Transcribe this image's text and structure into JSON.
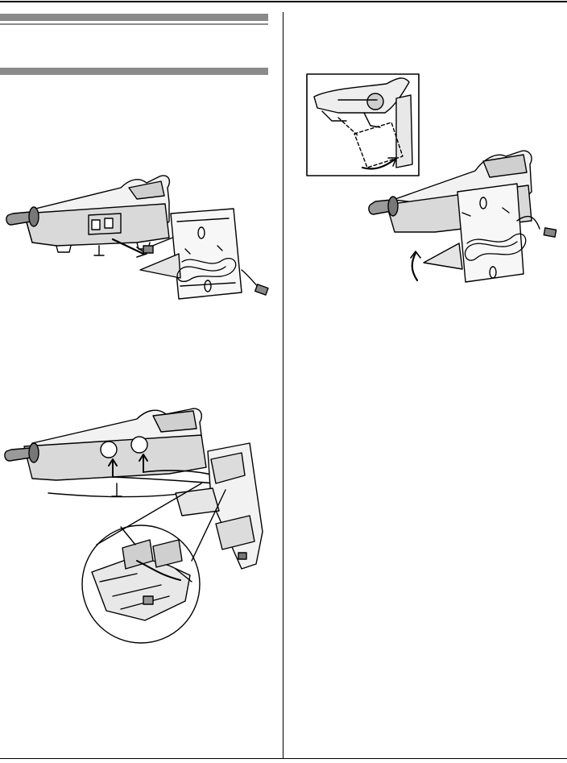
{
  "page": {
    "heading_bar_color": "#888888",
    "text_color": "#000000"
  },
  "figures": [
    {
      "id": "fig1",
      "icon": "base-unit-and-wall-bracket-with-cord"
    },
    {
      "id": "fig2",
      "icon": "base-unit-hooks-a-b-with-zoom-inset"
    },
    {
      "id": "fig3",
      "icon": "rotation-inset-and-mounted-base-unit"
    }
  ]
}
